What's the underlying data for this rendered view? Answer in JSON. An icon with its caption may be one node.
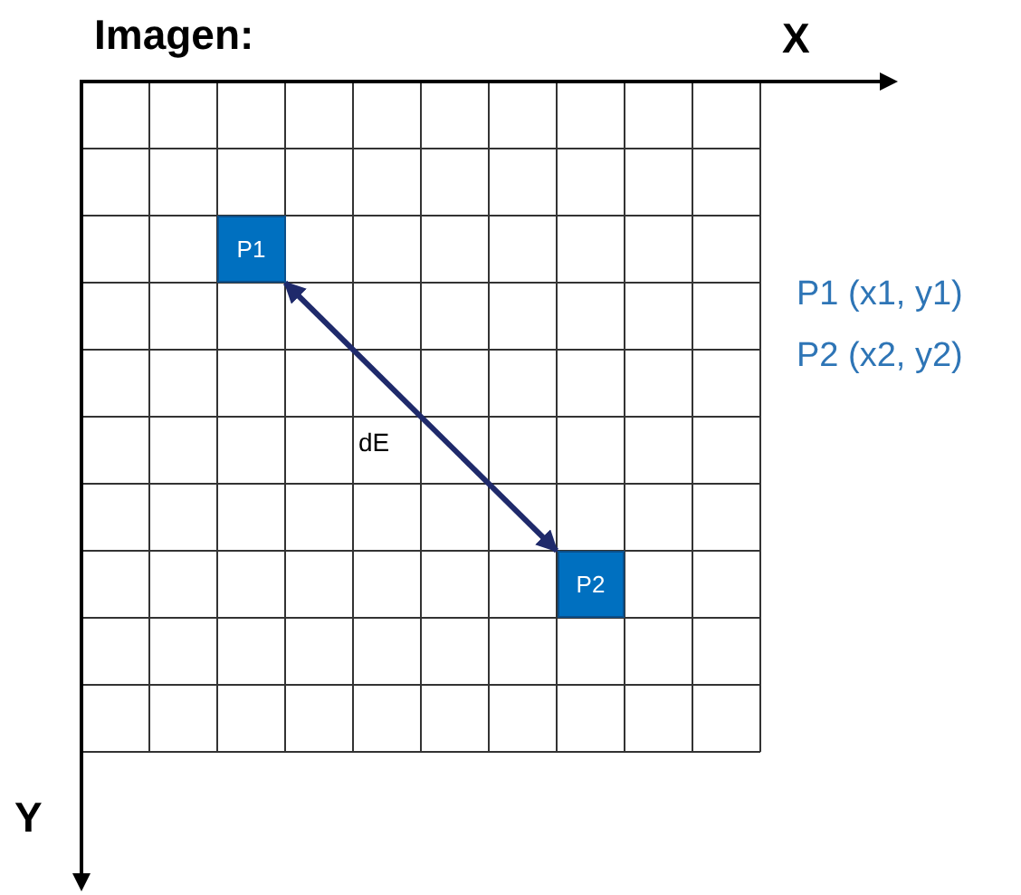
{
  "diagram": {
    "nodes": [
      {
        "text": [
          "P1"
        ]
      },
      {
        "text": [
          "P2"
        ]
      }
    ],
    "edges": [
      {
        "from": 0,
        "to": 1,
        "arrow": "both",
        "label": "dE",
        "color": "#1f2a6b"
      }
    ],
    "labels": [
      "Imagen:",
      "X",
      "P1 (x1, y1)",
      "P2 (x2, y2)",
      "Y"
    ]
  }
}
